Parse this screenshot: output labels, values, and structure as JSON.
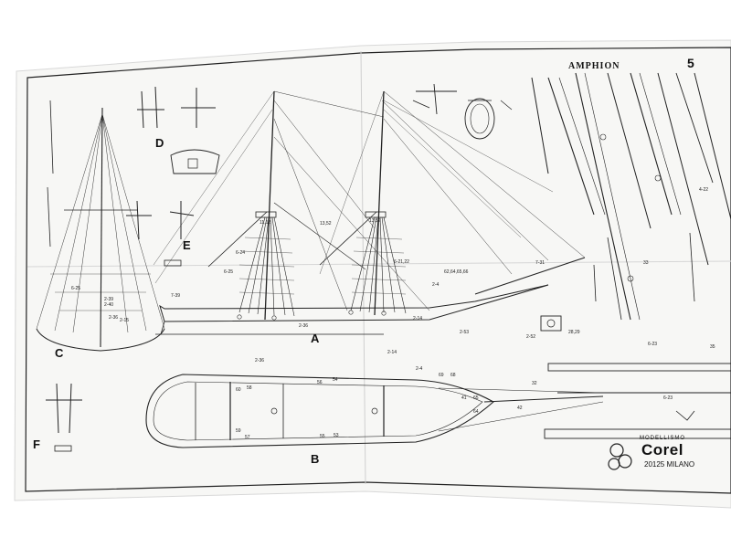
{
  "document": {
    "title": "AMPHION",
    "sheet_number": "5",
    "brand": {
      "top": "MODELLISMO",
      "name": "Corel",
      "code_city": "20125 MILANO"
    }
  },
  "views": {
    "A": "A",
    "B": "B",
    "C": "C",
    "D": "D",
    "E": "E",
    "F": "F"
  },
  "callouts": {
    "main_1": "2-36",
    "main_2": "2-14",
    "main_3": "2-53",
    "main_4": "6-25",
    "main_5": "6-24",
    "main_6": "6-21,22",
    "main_7": "62,64,65,66",
    "main_8": "7-31",
    "main_9": "2-4",
    "main_10": "13,52",
    "main_11": "11,12",
    "main_12": "13,52",
    "main_13": "7-39",
    "main_14": "28,29",
    "main_15": "2-52",
    "deck_1": "2-36",
    "deck_2": "2-14",
    "deck_3": "2-4",
    "deck_4": "56",
    "deck_5": "54",
    "deck_6": "55",
    "deck_7": "53",
    "deck_8": "57",
    "deck_9": "59",
    "deck_10": "60",
    "deck_11": "58",
    "deck_12": "69",
    "deck_13": "68",
    "deck_14": "41",
    "deck_15": "65",
    "deck_16": "64",
    "deck_17": "42",
    "deck_18": "32",
    "left_1": "2-15",
    "left_2": "2-36",
    "left_3": "2-40",
    "left_4": "2-39",
    "left_5": "6-25",
    "right_1": "6-23",
    "right_2": "6-23",
    "right_3": "35",
    "right_4": "33",
    "right_5": "4-22"
  }
}
